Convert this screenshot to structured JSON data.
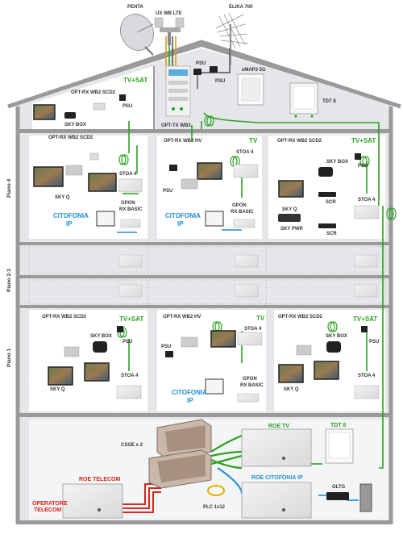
{
  "roof": {
    "penta": "PENTA",
    "ux_wb_lte": "UX WB LTE",
    "elika": "ELIKA 700",
    "emap": "eMAP3 5G",
    "psu1": "PSU",
    "psu2": "PSU",
    "opt_tx": "OPT-TX WB2",
    "tdt": "TDT 8"
  },
  "attic": {
    "model": "OPT-RX WB2 SCD2",
    "service": "TV+SAT",
    "psu": "PSU",
    "skybox": "SKY BOX"
  },
  "floors": {
    "piano4": "Piano 4",
    "piano23": "Piano 2-3",
    "piano1": "Piano 1"
  },
  "p4": {
    "a": {
      "model": "OPT-RX WB2 SCD2",
      "skyq": "SKY Q",
      "stoa": "STOA 4",
      "gpon1": "GPON",
      "gpon2": "RX BASIC",
      "cit1": "CITOFONIA",
      "cit2": "IP"
    },
    "b": {
      "model": "OPT-RX WB2 HV",
      "service": "TV",
      "psu": "PSU",
      "stoa": "STOA 4",
      "gpon1": "GPON",
      "gpon2": "RX BASIC",
      "cit1": "CITOFONIA",
      "cit2": "IP"
    },
    "c": {
      "model": "OPT-RX WB2 SCD2",
      "service": "TV+SAT",
      "skybox": "SKY BOX",
      "psu": "PSU",
      "skyq": "SKY Q",
      "scr1": "SCR",
      "stoa": "STOA 4",
      "skypwr": "SKY PWR",
      "scr2": "SCR"
    }
  },
  "p1": {
    "a": {
      "model": "OPT-RX WB2 SCD2",
      "service": "TV+SAT",
      "skybox": "SKY BOX",
      "psu": "PSU",
      "skyq": "SKY Q",
      "stoa": "STOA 4"
    },
    "b": {
      "model": "OPT-RX WB2 HV",
      "service": "TV",
      "psu": "PSU",
      "stoa": "STOA 4",
      "gpon1": "GPON",
      "gpon2": "RX BASIC",
      "cit1": "CITOFONIA",
      "cit2": "IP"
    },
    "c": {
      "model": "OPT-RX WB2 SCD2",
      "service": "TV+SAT",
      "skybox": "SKY BOX",
      "psu": "PSU",
      "skyq": "SKY Q",
      "stoa": "STOA 4"
    }
  },
  "basement": {
    "csoe": "CSOE x 2",
    "roe_tv": "ROE TV",
    "tdt": "TDT 8",
    "roe_telecom": "ROE TELECOM",
    "operatore1": "OPERATORE",
    "operatore2": "TELECOM",
    "plc": "PLC 1x12",
    "roe_cit": "ROE CITOFONIA IP",
    "oltg": "OLTG"
  },
  "colors": {
    "green": "#2aa21f",
    "blue": "#1d8fd6",
    "red": "#d7261b",
    "wall": "#9a9a9a",
    "roof_fill": "#e5e7ea"
  }
}
